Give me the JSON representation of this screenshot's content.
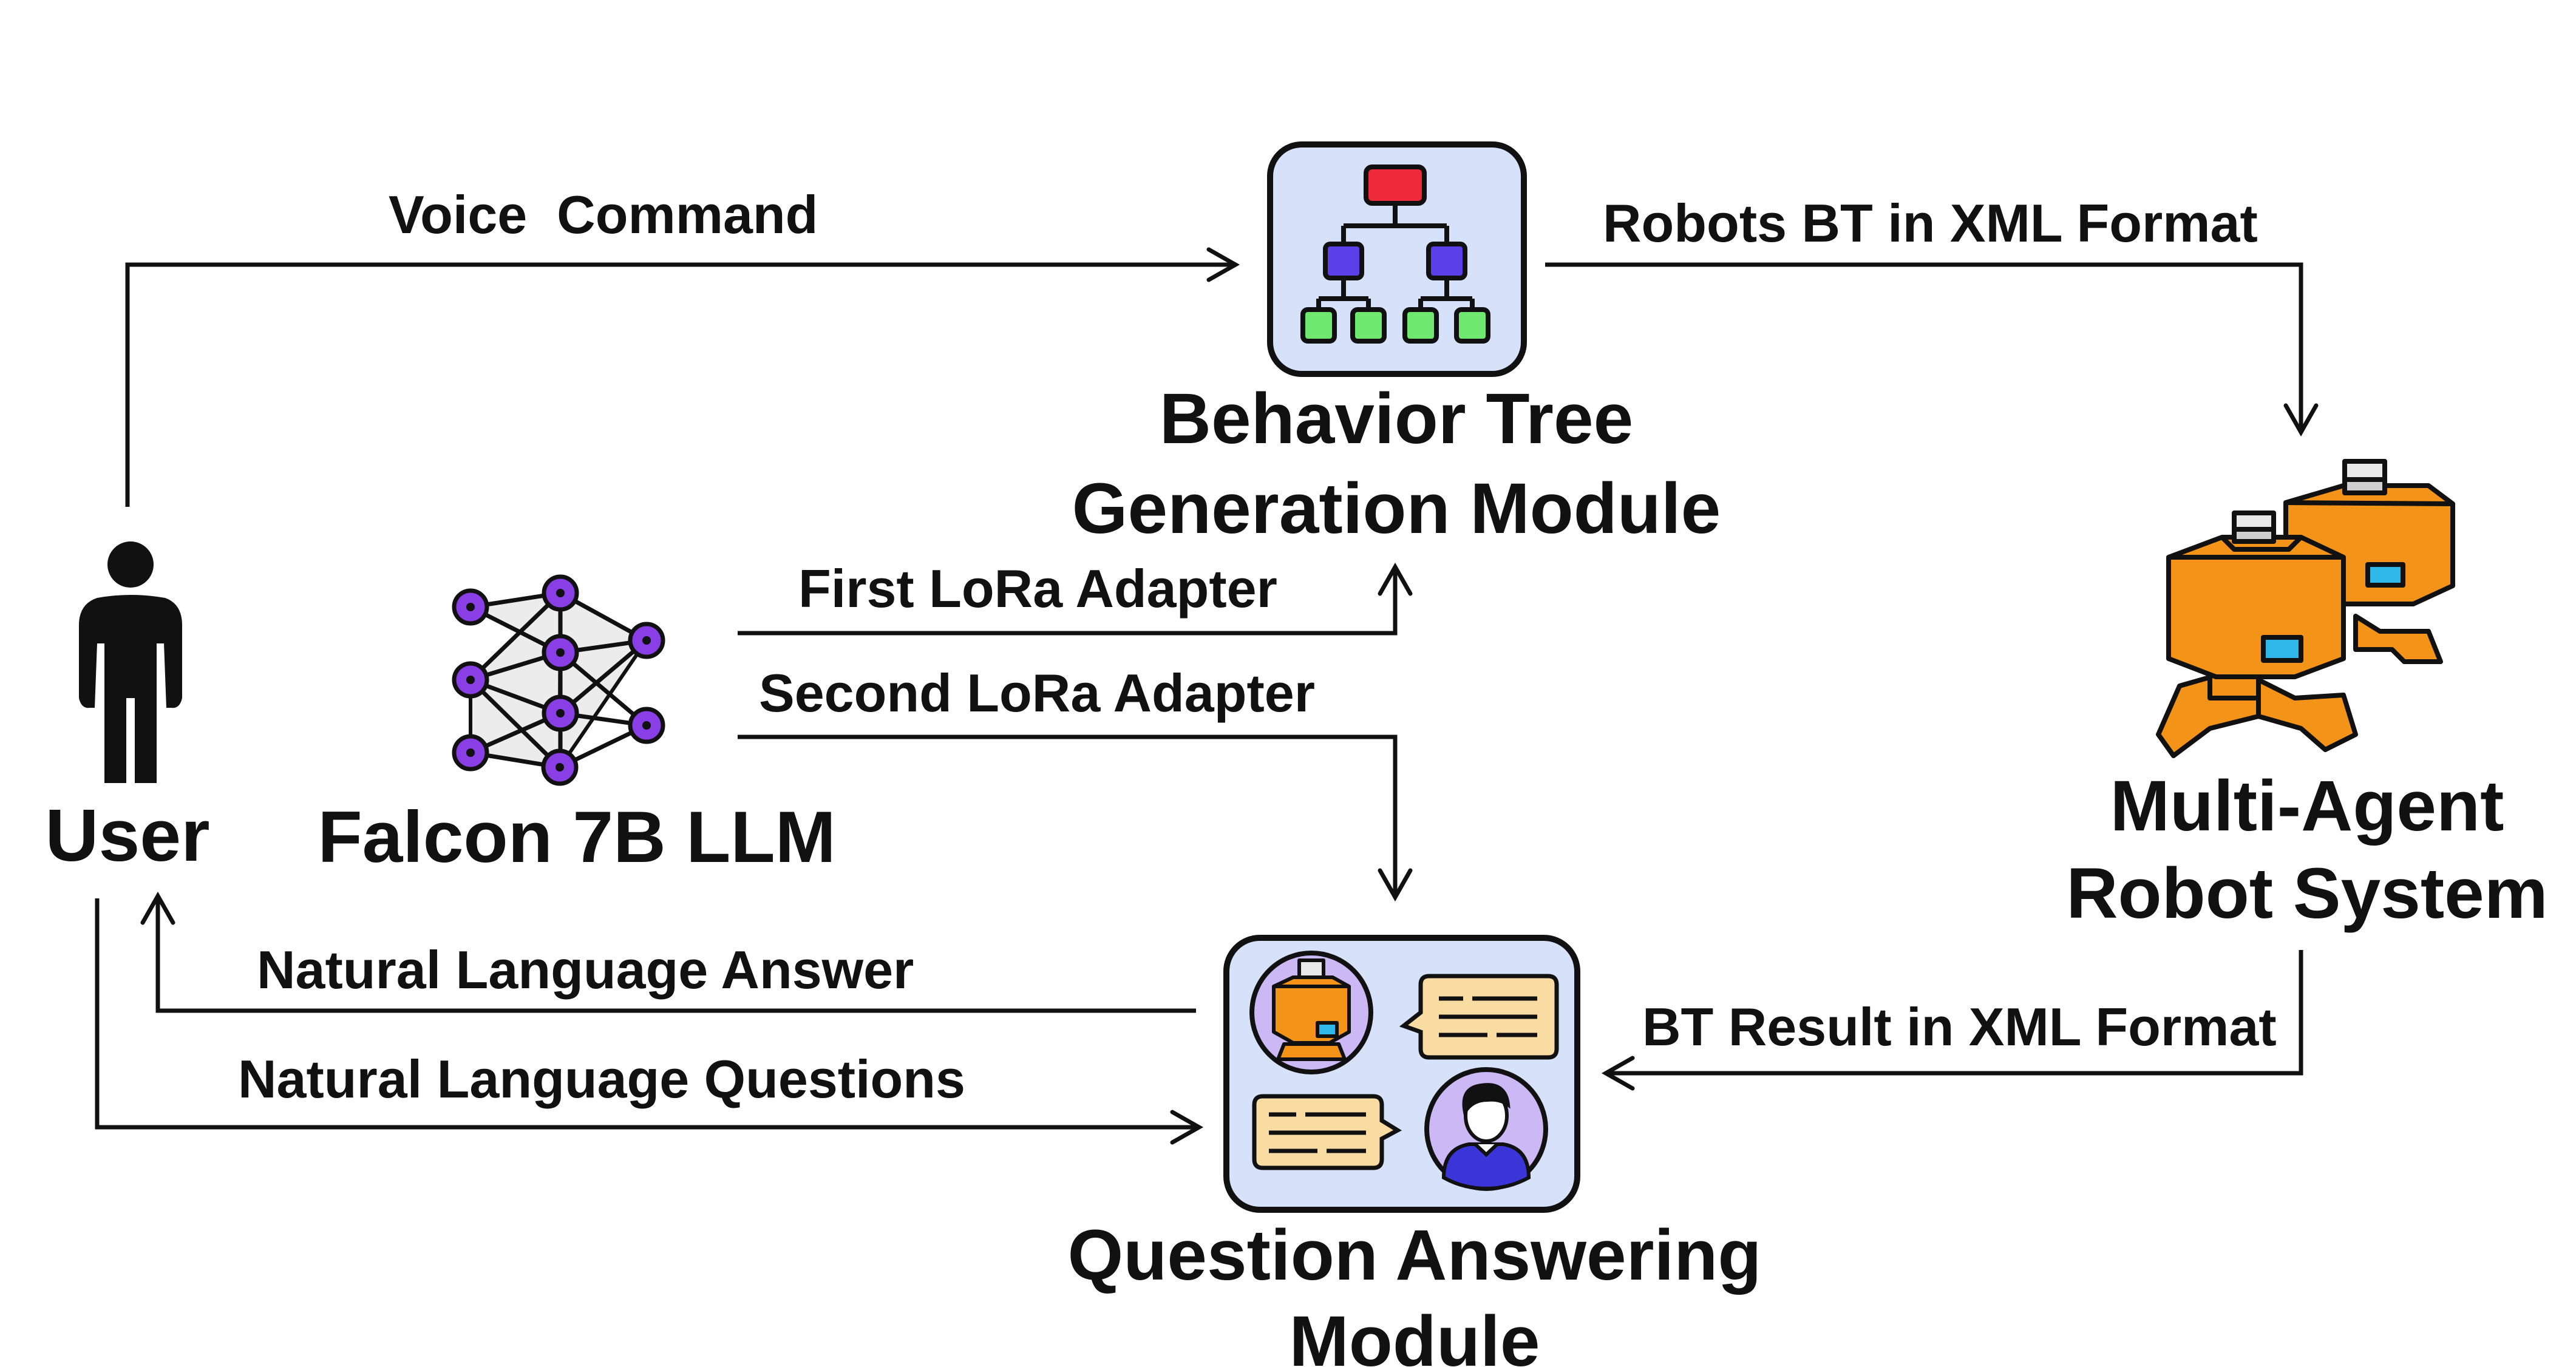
{
  "nodes": {
    "user": {
      "label": "User",
      "icon": "user-silhouette-icon"
    },
    "llm": {
      "label": "Falcon 7B LLM",
      "icon": "neural-network-icon"
    },
    "bt_module": {
      "label_line1": "Behavior Tree",
      "label_line2": "Generation Module",
      "icon": "tree-hierarchy-icon"
    },
    "robots": {
      "label_line1": "Multi-Agent",
      "label_line2": "Robot System",
      "icon": "robots-icon"
    },
    "qa_module": {
      "label_line1": "Question Answering",
      "label_line2": "Module",
      "icon": "chat-robot-person-icon"
    }
  },
  "edges": {
    "voice_command": "Voice  Command",
    "robots_bt": "Robots BT in XML Format",
    "first_lora": "First LoRa Adapter",
    "second_lora": "Second LoRa Adapter",
    "nl_answer": "Natural Language Answer",
    "nl_questions": "Natural Language Questions",
    "bt_result": "BT Result in XML Format"
  },
  "colors": {
    "module_fill": "#d6e1fa",
    "tree_root": "#ee2a3a",
    "tree_mid": "#5b3fe8",
    "tree_leaf": "#6ee86e",
    "robot_orange": "#f39418",
    "robot_screen": "#2fb7ea",
    "robot_gray": "#cfcfcf",
    "nn_node": "#8a3ee6",
    "chat_bubble": "#f8dca2",
    "person_circle": "#cbb8f5",
    "person_shirt": "#3a35d8"
  }
}
